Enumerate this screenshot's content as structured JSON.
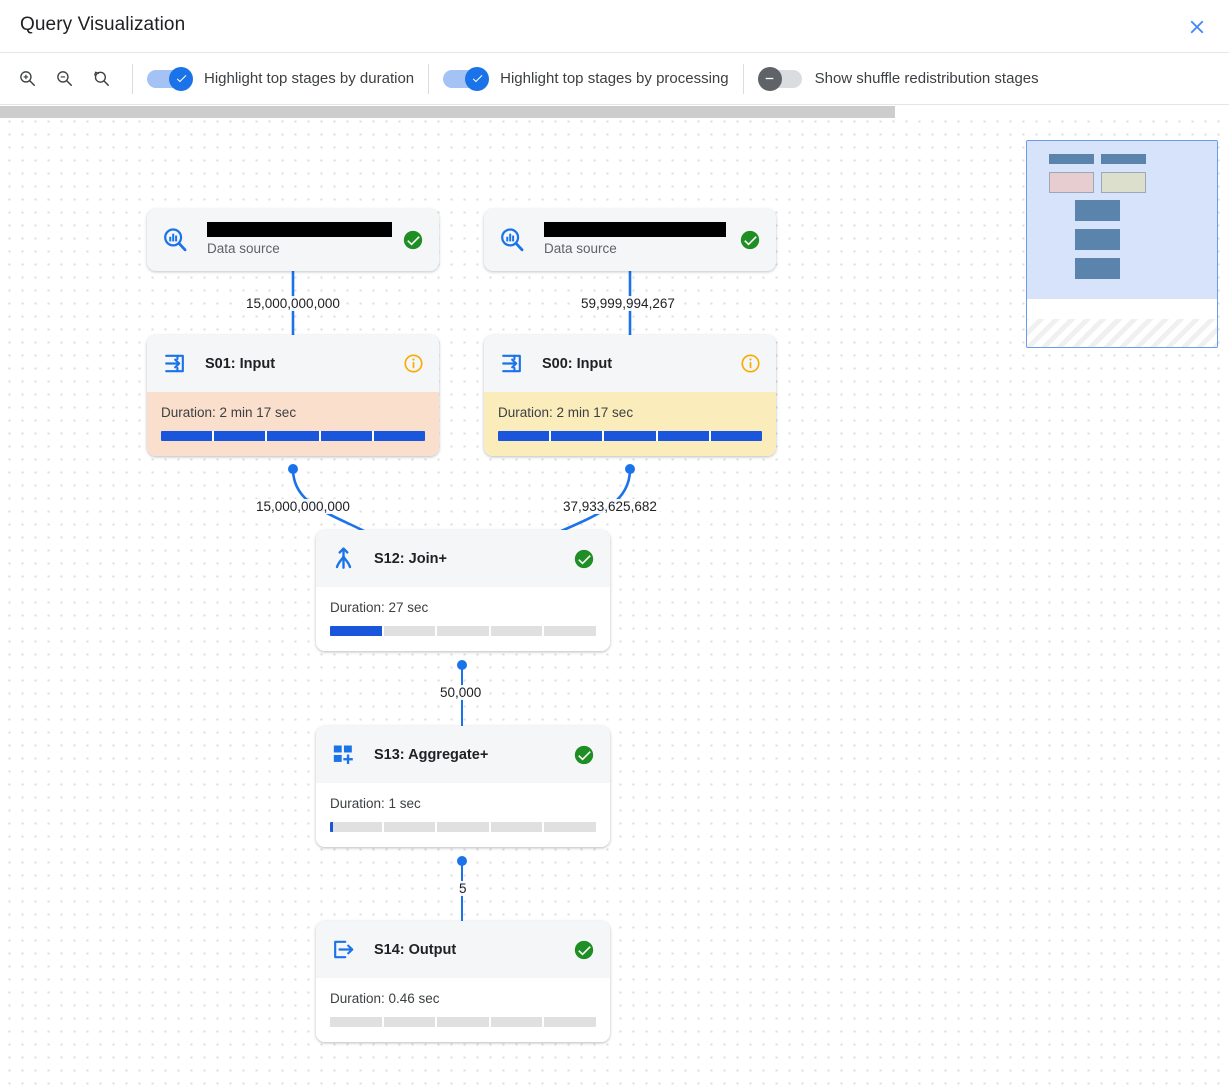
{
  "header": {
    "title": "Query Visualization",
    "close_icon": "close-icon"
  },
  "toolbar": {
    "zoom_in_icon": "zoom-in-icon",
    "zoom_out_icon": "zoom-out-icon",
    "zoom_reset_icon": "zoom-reset-icon",
    "toggles": [
      {
        "label": "Highlight top stages by duration",
        "state": "on",
        "icon": "check-icon"
      },
      {
        "label": "Highlight top stages by processing",
        "state": "on",
        "icon": "check-icon"
      },
      {
        "label": "Show shuffle redistribution stages",
        "state": "off",
        "icon": "minus-icon"
      }
    ]
  },
  "colors": {
    "accent_blue": "#1a73e8",
    "progress_blue": "#1a56db",
    "status_green": "#137333",
    "info_orange": "#f9ab00",
    "highlight_duration": "#fadfcd",
    "highlight_processing": "#fbedbb"
  },
  "graph": {
    "data_sources": [
      {
        "id": "ds-left",
        "redacted": true,
        "label": "Data source",
        "status": "success"
      },
      {
        "id": "ds-right",
        "redacted": true,
        "label": "Data source",
        "status": "success"
      }
    ],
    "stages": [
      {
        "id": "S01",
        "title": "S01: Input",
        "icon": "input-icon",
        "status": "info",
        "duration_label": "Duration: 2 min 17 sec",
        "progress_percent": 100,
        "highlight": "duration"
      },
      {
        "id": "S00",
        "title": "S00: Input",
        "icon": "input-icon",
        "status": "info",
        "duration_label": "Duration: 2 min 17 sec",
        "progress_percent": 100,
        "highlight": "processing"
      },
      {
        "id": "S12",
        "title": "S12: Join+",
        "icon": "join-icon",
        "status": "success",
        "duration_label": "Duration: 27 sec",
        "progress_percent": 20,
        "highlight": "none"
      },
      {
        "id": "S13",
        "title": "S13: Aggregate+",
        "icon": "aggregate-icon",
        "status": "success",
        "duration_label": "Duration: 1 sec",
        "progress_percent": 1.2,
        "highlight": "none"
      },
      {
        "id": "S14",
        "title": "S14: Output",
        "icon": "output-icon",
        "status": "success",
        "duration_label": "Duration: 0.46 sec",
        "progress_percent": 0,
        "highlight": "none"
      }
    ],
    "edges": [
      {
        "from": "ds-left",
        "to": "S01",
        "rows": "15,000,000,000"
      },
      {
        "from": "ds-right",
        "to": "S00",
        "rows": "59,999,994,267"
      },
      {
        "from": "S01",
        "to": "S12",
        "rows": "15,000,000,000"
      },
      {
        "from": "S00",
        "to": "S12",
        "rows": "37,933,625,682"
      },
      {
        "from": "S12",
        "to": "S13",
        "rows": "50,000"
      },
      {
        "from": "S13",
        "to": "S14",
        "rows": "5"
      }
    ]
  },
  "minimap": {
    "name": "minimap-overview"
  },
  "scrollbar": {
    "orientation": "horizontal"
  }
}
